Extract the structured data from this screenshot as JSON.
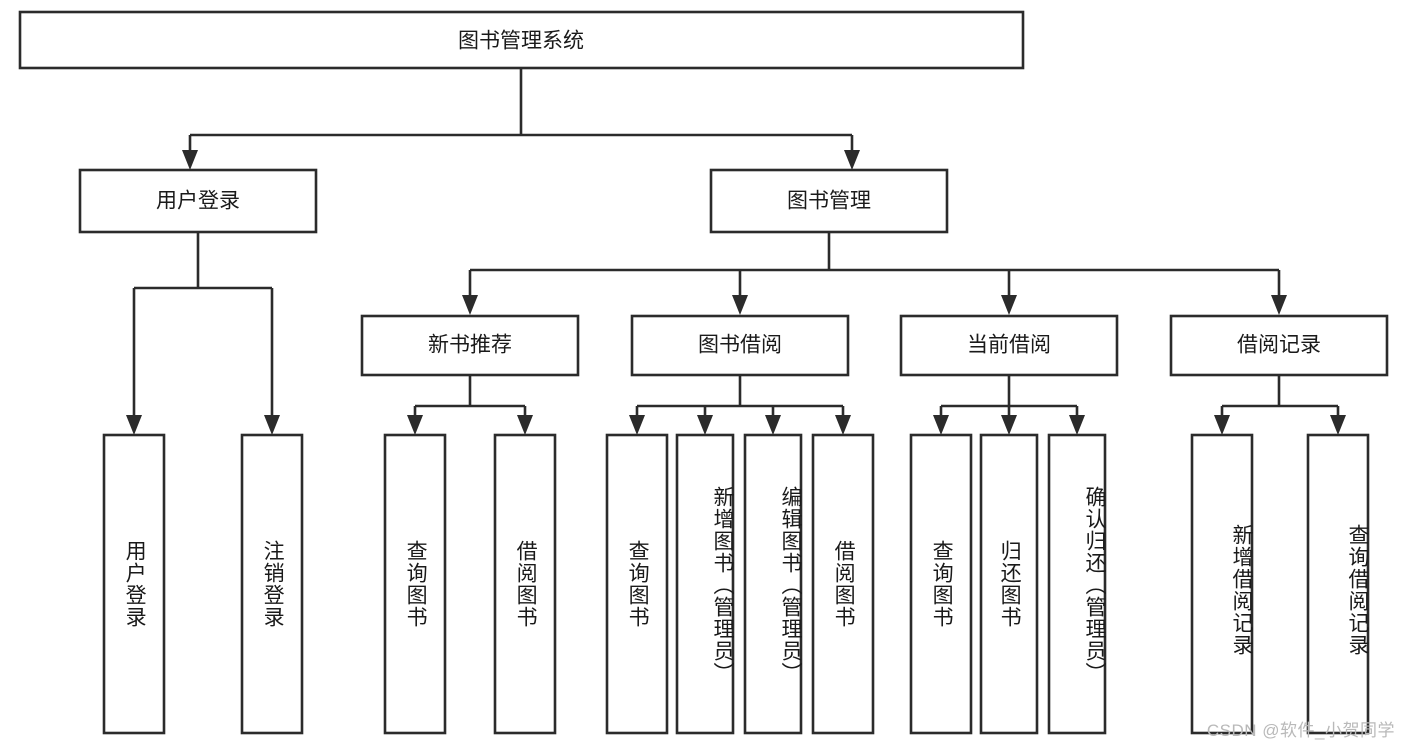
{
  "diagram": {
    "type": "tree-hierarchy-chart",
    "title": "图书管理系统",
    "colors": {
      "stroke": "#2b2b2b",
      "fill": "#ffffff",
      "text": "#1a1a1a",
      "watermark": "#b9b9b9",
      "background": "#ffffff"
    },
    "root": {
      "label": "图书管理系统"
    },
    "level2": [
      {
        "label": "用户登录"
      },
      {
        "label": "图书管理"
      }
    ],
    "level3": [
      {
        "label": "新书推荐"
      },
      {
        "label": "图书借阅"
      },
      {
        "label": "当前借阅"
      },
      {
        "label": "借阅记录"
      }
    ],
    "leaves": {
      "user_login": [
        {
          "label": "用户登录"
        },
        {
          "label": "注销登录"
        }
      ],
      "new_book_recommend": [
        {
          "label": "查询图书"
        },
        {
          "label": "借阅图书"
        }
      ],
      "book_borrow": [
        {
          "label": "查询图书"
        },
        {
          "label": "新增图书（管理员）"
        },
        {
          "label": "编辑图书（管理员）"
        },
        {
          "label": "借阅图书"
        }
      ],
      "current_borrow": [
        {
          "label": "查询图书"
        },
        {
          "label": "归还图书"
        },
        {
          "label": "确认归还（管理员）"
        }
      ],
      "borrow_record": [
        {
          "label": "新增借阅记录"
        },
        {
          "label": "查询借阅记录"
        }
      ]
    }
  },
  "watermark": {
    "text": "CSDN @软件_小贺同学"
  }
}
